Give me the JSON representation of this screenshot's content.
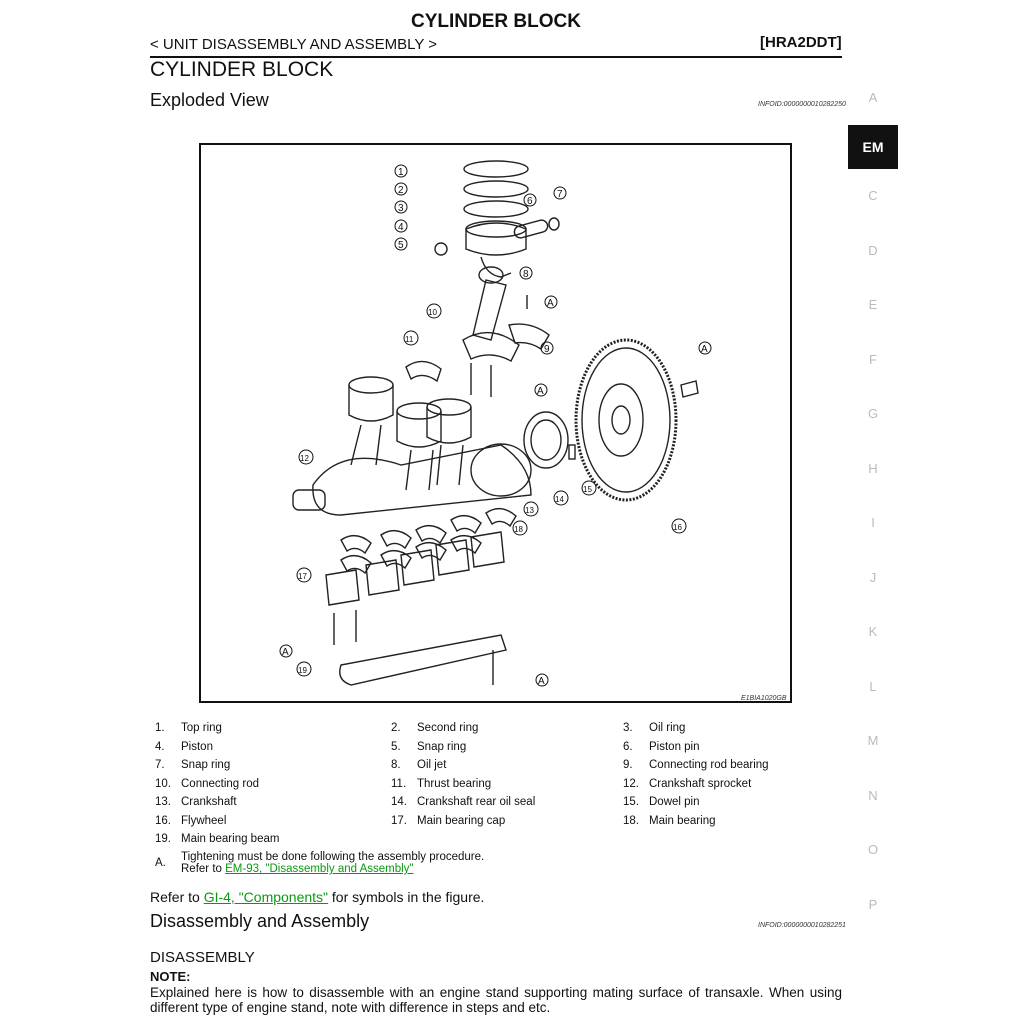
{
  "header": {
    "page_title": "CYLINDER BLOCK",
    "breadcrumb": "< UNIT DISASSEMBLY AND ASSEMBLY >",
    "engine_code": "[HRA2DDT]"
  },
  "section_title": "CYLINDER BLOCK",
  "exploded_view": {
    "title": "Exploded View",
    "infoid": "INFOID:0000000010282250",
    "figure_code": "E1BIA1020GB"
  },
  "side_nav": {
    "letters": [
      "A",
      "EM",
      "C",
      "D",
      "E",
      "F",
      "G",
      "H",
      "I",
      "J",
      "K",
      "L",
      "M",
      "N",
      "O",
      "P"
    ],
    "active": "EM"
  },
  "legend": [
    {
      "num": "1.",
      "label": "Top ring"
    },
    {
      "num": "2.",
      "label": "Second ring"
    },
    {
      "num": "3.",
      "label": "Oil ring"
    },
    {
      "num": "4.",
      "label": "Piston"
    },
    {
      "num": "5.",
      "label": "Snap ring"
    },
    {
      "num": "6.",
      "label": "Piston pin"
    },
    {
      "num": "7.",
      "label": "Snap ring"
    },
    {
      "num": "8.",
      "label": "Oil jet"
    },
    {
      "num": "9.",
      "label": "Connecting rod bearing"
    },
    {
      "num": "10.",
      "label": "Connecting rod"
    },
    {
      "num": "11.",
      "label": "Thrust bearing"
    },
    {
      "num": "12.",
      "label": "Crankshaft sprocket"
    },
    {
      "num": "13.",
      "label": "Crankshaft"
    },
    {
      "num": "14.",
      "label": "Crankshaft rear oil seal"
    },
    {
      "num": "15.",
      "label": "Dowel pin"
    },
    {
      "num": "16.",
      "label": "Flywheel"
    },
    {
      "num": "17.",
      "label": "Main bearing cap"
    },
    {
      "num": "18.",
      "label": "Main bearing"
    },
    {
      "num": "19.",
      "label": "Main bearing beam"
    }
  ],
  "note_a": {
    "mark": "A.",
    "line1": "Tightening must be done following the assembly procedure.",
    "refer_prefix": "Refer to ",
    "link": "EM-93, \"Disassembly and Assembly\""
  },
  "refer_line": {
    "prefix": "Refer to ",
    "link": "GI-4, \"Components\"",
    "suffix": " for symbols in the figure."
  },
  "disassembly_assembly": {
    "title": "Disassembly and Assembly",
    "infoid": "INFOID:0000000010282251"
  },
  "disassembly": {
    "heading": "DISASSEMBLY",
    "note_label": "NOTE:",
    "note_text": "Explained here is how to disassemble with an engine stand supporting mating surface of transaxle. When using different type of engine stand, note with difference in steps and etc."
  },
  "callouts": {
    "c1": "1",
    "c2": "2",
    "c3": "3",
    "c4": "4",
    "c5": "5",
    "c6": "6",
    "c7": "7",
    "c8": "8",
    "c9": "9",
    "c10": "10",
    "c11": "11",
    "c12": "12",
    "c13": "13",
    "c14": "14",
    "c15": "15",
    "c16": "16",
    "c17": "17",
    "c18": "18",
    "c19": "19",
    "torque_a": "A"
  }
}
